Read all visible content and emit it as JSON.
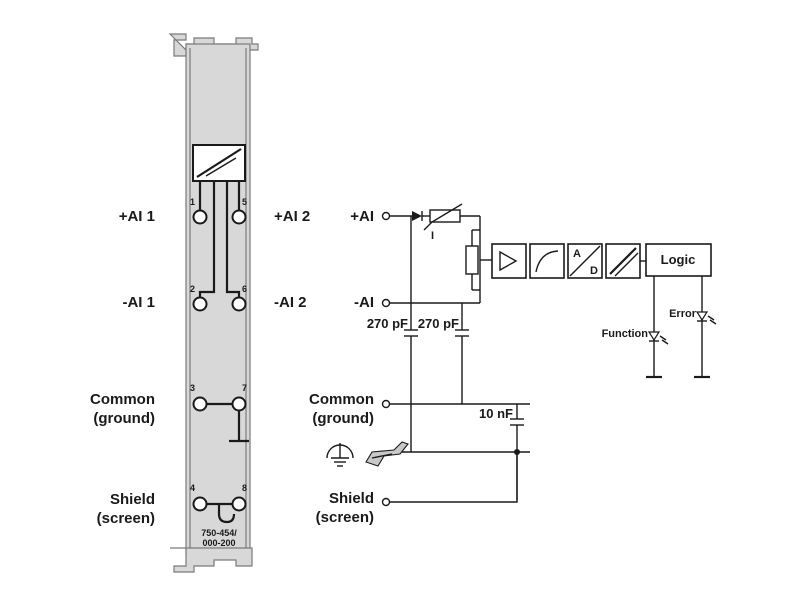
{
  "module": {
    "part_number_line1": "750-454/",
    "part_number_line2": "000-200",
    "pins": [
      "1",
      "5",
      "2",
      "6",
      "3",
      "7",
      "4",
      "8"
    ]
  },
  "left_labels": {
    "ai1_plus": "+AI 1",
    "ai2_plus": "+AI 2",
    "ai1_minus": "-AI 1",
    "ai2_minus": "-AI 2",
    "common_line1": "Common",
    "common_line2": "(ground)",
    "shield_line1": "Shield",
    "shield_line2": "(screen)"
  },
  "schematic": {
    "ai_plus": "+AI",
    "ai_minus": "-AI",
    "current_symbol": "I",
    "cap1": "270 pF",
    "cap2": "270 pF",
    "cap3": "10 nF",
    "adc_a": "A",
    "adc_d": "D",
    "logic": "Logic",
    "function_led": "Function",
    "error_led": "Error",
    "common_line1": "Common",
    "common_line2": "(ground)",
    "shield_line1": "Shield",
    "shield_line2": "(screen)"
  }
}
